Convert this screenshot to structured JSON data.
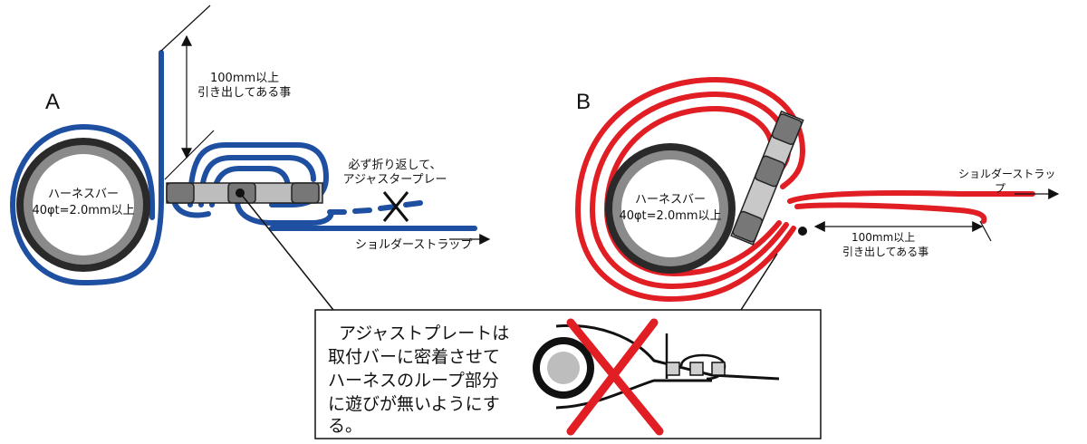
{
  "diagram_a": {
    "label": "A",
    "bar_line1": "ハーネスバー",
    "bar_line2": "40φt=2.0mm以上",
    "pull_line1": "100mm以上",
    "pull_line2": "引き出してある事",
    "warn_line1": "必ず折り返して、",
    "warn_line2": "アジャスタープレー",
    "strap": "ショルダーストラップ"
  },
  "diagram_b": {
    "label": "B",
    "bar_line1": "ハーネスバー",
    "bar_line2": "40φt=2.0mm以上",
    "strap_line1": "ショルダーストラッ",
    "strap_line2": "プ",
    "pull_line1": "100mm以上",
    "pull_line2": "引き出してある事"
  },
  "note": {
    "lines": [
      "アジャストプレートは",
      "取付バーに密着させて",
      "ハーネスのループ部分",
      "に遊びが無いようにす",
      "る。"
    ]
  },
  "colors": {
    "blue_strap": "#1f4fa0",
    "red_strap": "#e01e24",
    "bar_gray": "#8a8a8a",
    "bar_dark": "#2a2a2a",
    "plate_gray": "#bdbdbd"
  }
}
